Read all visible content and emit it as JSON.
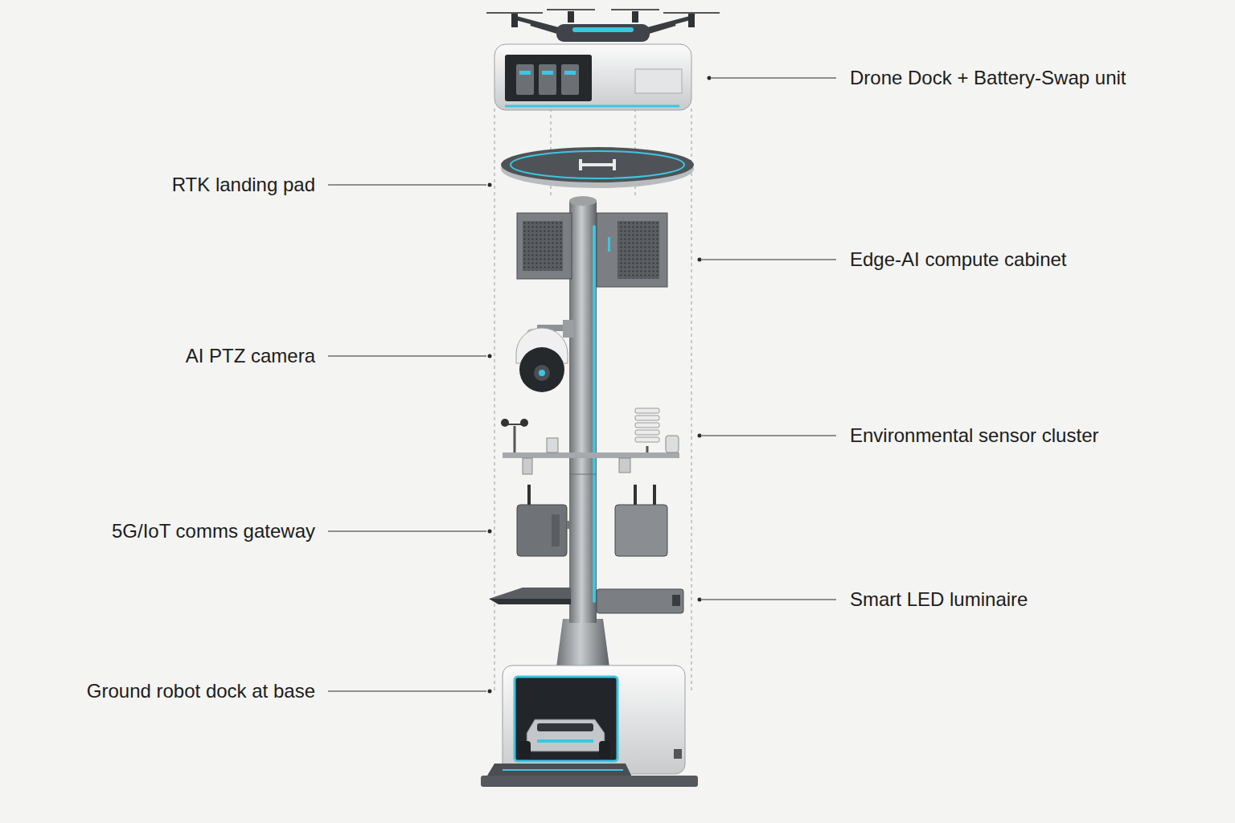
{
  "diagram": {
    "labels": [
      "Drone Dock + Battery-Swap unit",
      "RTK landing pad",
      "Edge-AI compute cabinet",
      "AI PTZ camera",
      "Environmental sensor cluster",
      "5G/IoT comms gateway",
      "Smart LED luminaire",
      "Ground robot dock at base"
    ]
  }
}
